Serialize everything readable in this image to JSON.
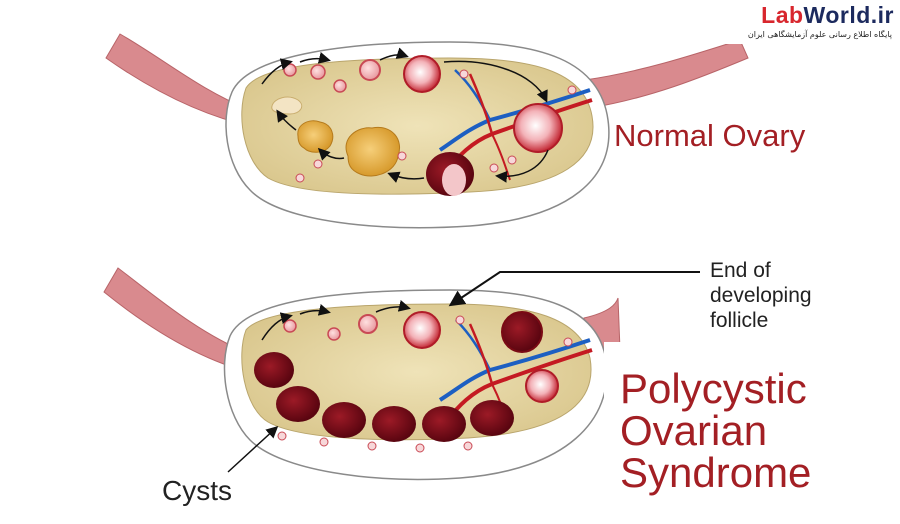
{
  "logo": {
    "brand_part1": "Lab",
    "brand_part2": "World.ir",
    "tagline": "پایگاه اطلاع رسانی علوم آزمایشگاهی ایران"
  },
  "labels": {
    "normal_ovary": "Normal Ovary",
    "follicle_line1": "End of",
    "follicle_line2": "developing",
    "follicle_line3": "follicle",
    "pcos_line1": "Polycystic",
    "pcos_line2": "Ovarian",
    "pcos_line3": "Syndrome",
    "cysts": "Cysts"
  },
  "colors": {
    "title_red": "#a31f24",
    "label_dark": "#222222",
    "brand_red": "#d8262d",
    "brand_navy": "#1c2a5e",
    "tissue": "#e8d9a6",
    "capsule": "#ffffff",
    "tube": "#d98a8e",
    "cyst": "#7a0a14",
    "vein": "#1d5fc2",
    "artery": "#c41a22"
  }
}
